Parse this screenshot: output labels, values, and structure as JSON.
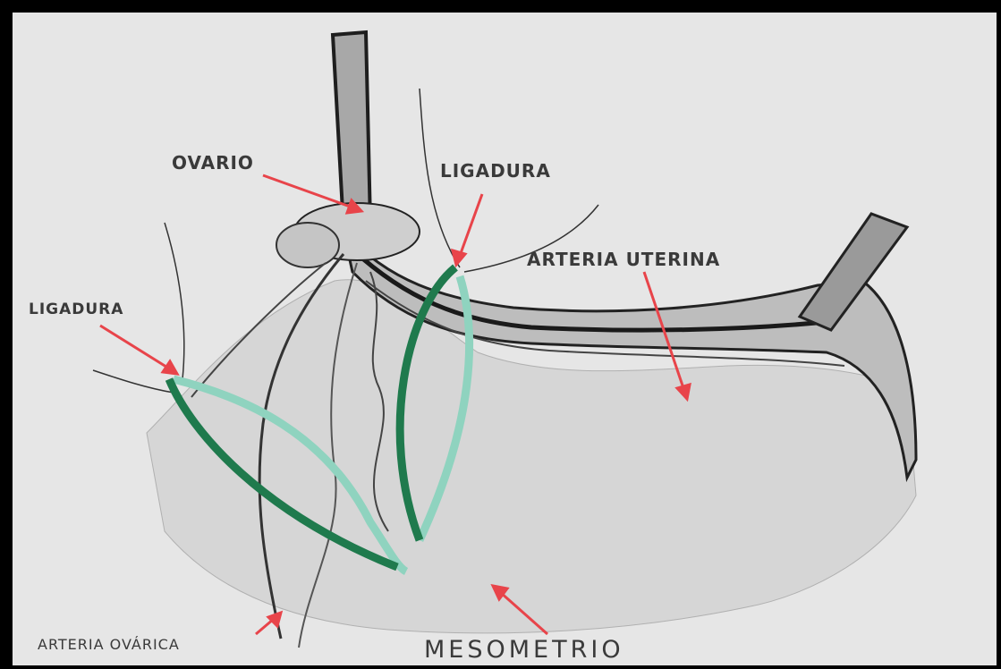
{
  "labels": {
    "ovario": "OVARIO",
    "ligadura_top": "LIGADURA",
    "arteria_uterina": "ARTERIA UTERINA",
    "ligadura_left": "LIGADURA",
    "arteria_ovarica": "ARTERIA OVÁRICA",
    "mesometrio": "MESOMETRIO"
  },
  "colors": {
    "background": "#e6e6e6",
    "border": "#000000",
    "arrow": "#e8444a",
    "ligature_dark": "#1f7a4d",
    "ligature_light": "#8fd3bf",
    "vessel": "#2b2b2b"
  }
}
